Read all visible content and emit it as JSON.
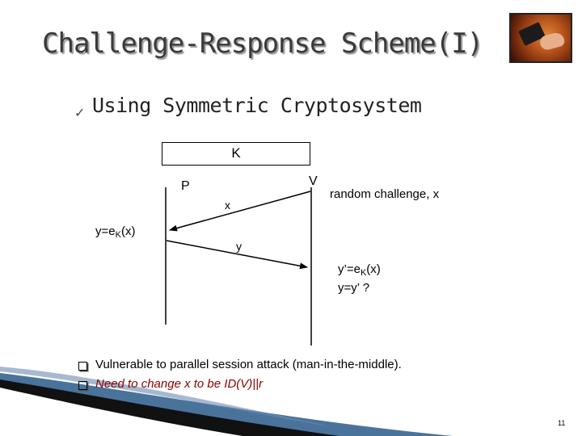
{
  "slide": {
    "title": "Challenge-Response Scheme(I)",
    "bullet_main": "Using Symmetric Cryptosystem",
    "page_number": "11"
  },
  "diagram": {
    "key_label": "K",
    "prover_label": "P",
    "verifier_label": "V",
    "challenge_note": "random challenge, x",
    "msg1_label": "x",
    "msg2_label": "y",
    "prover_calc": {
      "prefix": "y=e",
      "sub": "K",
      "suffix": "(x)"
    },
    "verifier_calc1": {
      "prefix": "y’=e",
      "sub": "K",
      "suffix": "(x)"
    },
    "verifier_calc2": "y=y’ ?"
  },
  "notes": {
    "line1": "Vulnerable to parallel session attack (man-in-the-middle).",
    "line2": "Need to change x to be ID(V)||r"
  },
  "colors": {
    "title_text": "#3a3a3a",
    "note_italic": "#8b0000"
  },
  "icons": {
    "logo": "book-in-hand-logo",
    "bullet_check": "checkmark-icon",
    "note_bullet": "square-bullet-icon"
  }
}
